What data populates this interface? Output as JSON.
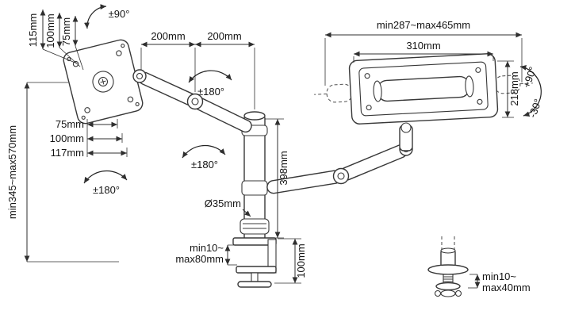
{
  "colors": {
    "line": "#2f2f2f",
    "background": "#ffffff"
  },
  "diagram": {
    "labels": {
      "vesa_rotation": "±90°",
      "vesa_dim_115": "115mm",
      "vesa_dim_100": "100mm",
      "vesa_dim_75": "75mm",
      "arm_seg1": "200mm",
      "arm_seg2": "200mm",
      "tray_range": "min287~max465mm",
      "tray_width": "310mm",
      "joint_top_rotation": "±180°",
      "tray_depth": "218mm",
      "tilt_up": "+90°",
      "tilt_down": "-30°",
      "offset_75": "75mm",
      "offset_100": "100mm",
      "offset_117": "117mm",
      "height_range": "min345~max570mm",
      "joint_mid_rotation": "±180°",
      "vesa_swivel": "±180°",
      "pole_height": "398mm",
      "pole_diameter": "Ø35mm",
      "clamp_min": "min10~",
      "clamp_max": "max80mm",
      "clamp_height": "100mm",
      "grommet_min": "min10~",
      "grommet_max": "max40mm"
    }
  }
}
